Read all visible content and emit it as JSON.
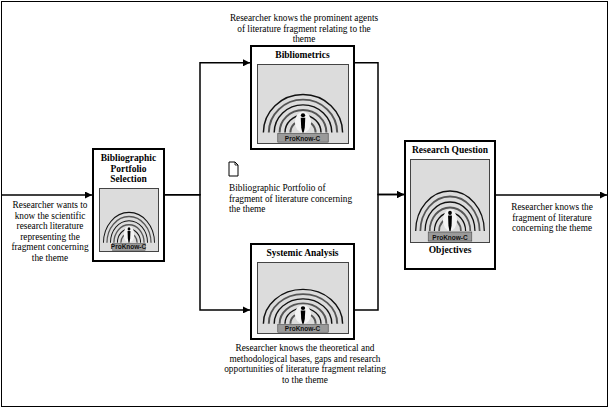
{
  "diagram": {
    "nodes": [
      {
        "text": [
          "Bibliographic Portfolio Selection",
          "ProKnow-C"
        ]
      },
      {
        "text": [
          "Bibliometrics",
          "ProKnow-C"
        ]
      },
      {
        "text": [
          "Systemic Analysis",
          "ProKnow-C"
        ]
      },
      {
        "text": [
          "Research Question",
          "ProKnow-C",
          "Objectives"
        ]
      }
    ],
    "edges": [
      {
        "from": 0,
        "to": 1,
        "arrow": "to"
      },
      {
        "from": 0,
        "to": 2,
        "arrow": "to"
      },
      {
        "from": 1,
        "to": 3,
        "arrow": "to"
      },
      {
        "from": 2,
        "to": 3,
        "arrow": "to"
      }
    ],
    "labels": [
      "Researcher wants to know the scientific research literature representing the fragment concerning the theme",
      "Researcher knows the prominent agents of literature fragment relating to the theme",
      "Bibliographic Portfolio of fragment of literature concerning the theme",
      "Researcher knows the theoretical and methodological bases, gaps and research opportunities of literature fragment relating to the theme",
      "Researcher knows the fragment of literature concerning the theme"
    ]
  }
}
